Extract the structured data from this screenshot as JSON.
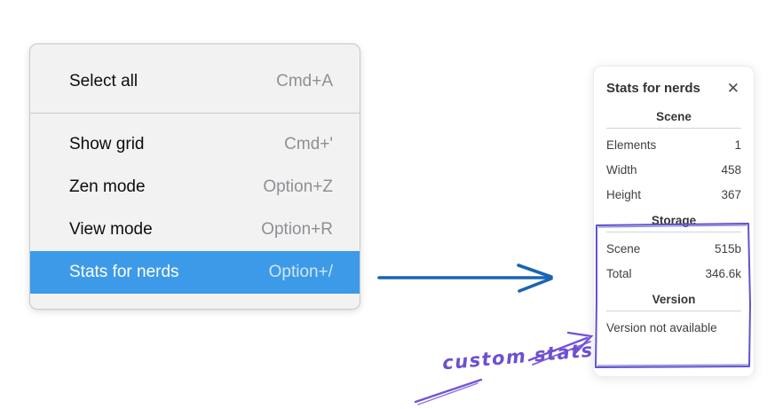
{
  "menu": {
    "items": [
      {
        "label": "Select all",
        "shortcut": "Cmd+A",
        "highlighted": false
      },
      {
        "label": "Show grid",
        "shortcut": "Cmd+'",
        "highlighted": false
      },
      {
        "label": "Zen mode",
        "shortcut": "Option+Z",
        "highlighted": false
      },
      {
        "label": "View mode",
        "shortcut": "Option+R",
        "highlighted": false
      },
      {
        "label": "Stats for nerds",
        "shortcut": "Option+/",
        "highlighted": true
      }
    ]
  },
  "panel": {
    "title": "Stats for nerds",
    "close_icon": "close-icon",
    "sections": [
      {
        "heading": "Scene",
        "rows": [
          {
            "label": "Elements",
            "value": "1"
          },
          {
            "label": "Width",
            "value": "458"
          },
          {
            "label": "Height",
            "value": "367"
          }
        ]
      },
      {
        "heading": "Storage",
        "rows": [
          {
            "label": "Scene",
            "value": "515b"
          },
          {
            "label": "Total",
            "value": "346.6k"
          }
        ]
      },
      {
        "heading": "Version",
        "note": "Version not available"
      }
    ]
  },
  "annotation": {
    "label": "custom stats"
  },
  "colors": {
    "menu_highlight": "#3d9ae8",
    "menu_background": "#f2f2f3",
    "arrow_blue": "#1b64b4",
    "annotation_purple": "#6d4fd2",
    "annotation_box_purple": "#5e54cc"
  }
}
